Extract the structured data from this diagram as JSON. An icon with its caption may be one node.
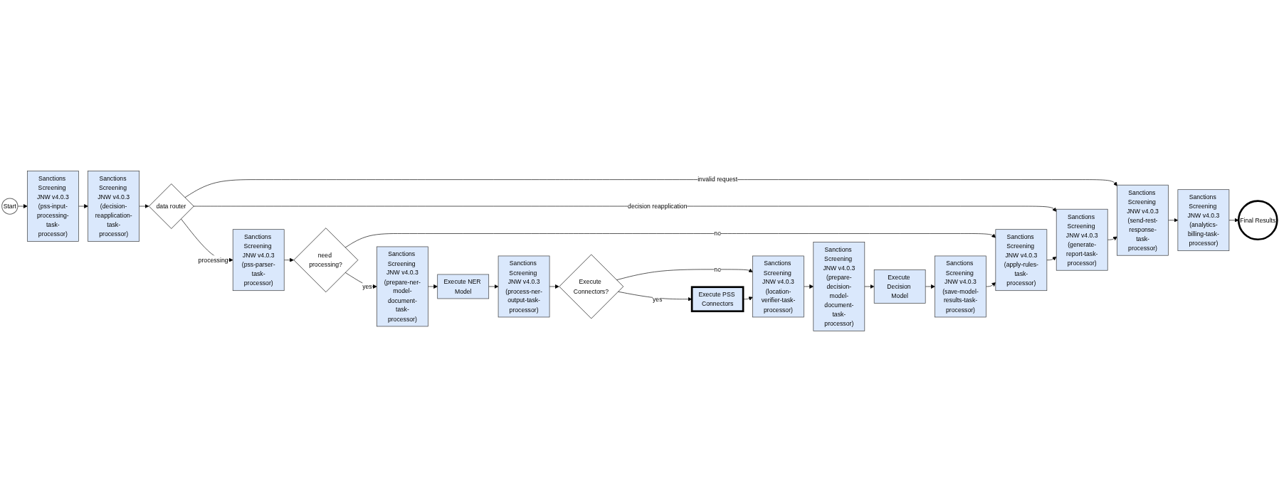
{
  "diagram": {
    "nodes": [
      {
        "text": [
          "Start"
        ]
      },
      {
        "text": [
          "Sanctions Screening JNW v4.0.3",
          "(pss-input-processing-task-processor)"
        ]
      },
      {
        "text": [
          "Sanctions Screening JNW v4.0.3",
          "(decision-reapplication-task-processor)"
        ]
      },
      {
        "text": [
          "data router"
        ]
      },
      {
        "text": [
          "Sanctions Screening JNW v4.0.3",
          "(pss-parser-task-processor)"
        ]
      },
      {
        "text": [
          "need processing?"
        ]
      },
      {
        "text": [
          "Sanctions Screening JNW v4.0.3",
          "(prepare-ner-model-document-task-processor)"
        ]
      },
      {
        "text": [
          "Execute NER Model"
        ]
      },
      {
        "text": [
          "Sanctions Screening JNW v4.0.3",
          "(process-ner-output-task-processor)"
        ]
      },
      {
        "text": [
          "Execute Connectors?"
        ]
      },
      {
        "text": [
          "Execute PSS Connectors"
        ]
      },
      {
        "text": [
          "Sanctions Screening JNW v4.0.3",
          "(location-verifier-task-processor)"
        ]
      },
      {
        "text": [
          "Sanctions Screening JNW v4.0.3",
          "(prepare-decision-model-document-task-processor)"
        ]
      },
      {
        "text": [
          "Execute Decision Model"
        ]
      },
      {
        "text": [
          "Sanctions Screening JNW v4.0.3",
          "(save-model-results-task-processor)"
        ]
      },
      {
        "text": [
          "Sanctions Screening JNW v4.0.3",
          "(apply-rules-task-processor)"
        ]
      },
      {
        "text": [
          "Sanctions Screening JNW v4.0.3",
          "(generate-report-task-processor)"
        ]
      },
      {
        "text": [
          "Sanctions Screening JNW v4.0.3",
          "(send-rest-response-task-processor)"
        ]
      },
      {
        "text": [
          "Sanctions Screening JNW v4.0.3",
          "(analytics-billing-task-processor)"
        ]
      },
      {
        "text": [
          "Final Results"
        ]
      }
    ],
    "edges": [
      {
        "from": 0,
        "to": 1,
        "arrow": "to"
      },
      {
        "from": 1,
        "to": 2,
        "arrow": "to"
      },
      {
        "from": 2,
        "to": 3,
        "arrow": "to"
      },
      {
        "from": 3,
        "to": 4,
        "arrow": "to",
        "label": "processing"
      },
      {
        "from": 3,
        "to": 16,
        "arrow": "to",
        "label": "decision reapplication"
      },
      {
        "from": 3,
        "to": 17,
        "arrow": "to",
        "label": "invalid request"
      },
      {
        "from": 4,
        "to": 5,
        "arrow": "to"
      },
      {
        "from": 5,
        "to": 6,
        "arrow": "to",
        "label": "yes"
      },
      {
        "from": 5,
        "to": 15,
        "arrow": "to",
        "label": "no"
      },
      {
        "from": 6,
        "to": 7,
        "arrow": "to"
      },
      {
        "from": 7,
        "to": 8,
        "arrow": "to"
      },
      {
        "from": 8,
        "to": 9,
        "arrow": "to"
      },
      {
        "from": 9,
        "to": 10,
        "arrow": "to",
        "label": "yes"
      },
      {
        "from": 9,
        "to": 11,
        "arrow": "to",
        "label": "no"
      },
      {
        "from": 10,
        "to": 11,
        "arrow": "to"
      },
      {
        "from": 11,
        "to": 12,
        "arrow": "to"
      },
      {
        "from": 12,
        "to": 13,
        "arrow": "to"
      },
      {
        "from": 13,
        "to": 14,
        "arrow": "to"
      },
      {
        "from": 14,
        "to": 15,
        "arrow": "to"
      },
      {
        "from": 15,
        "to": 16,
        "arrow": "to"
      },
      {
        "from": 16,
        "to": 17,
        "arrow": "to"
      },
      {
        "from": 17,
        "to": 18,
        "arrow": "to"
      },
      {
        "from": 18,
        "to": 19,
        "arrow": "to"
      }
    ]
  }
}
